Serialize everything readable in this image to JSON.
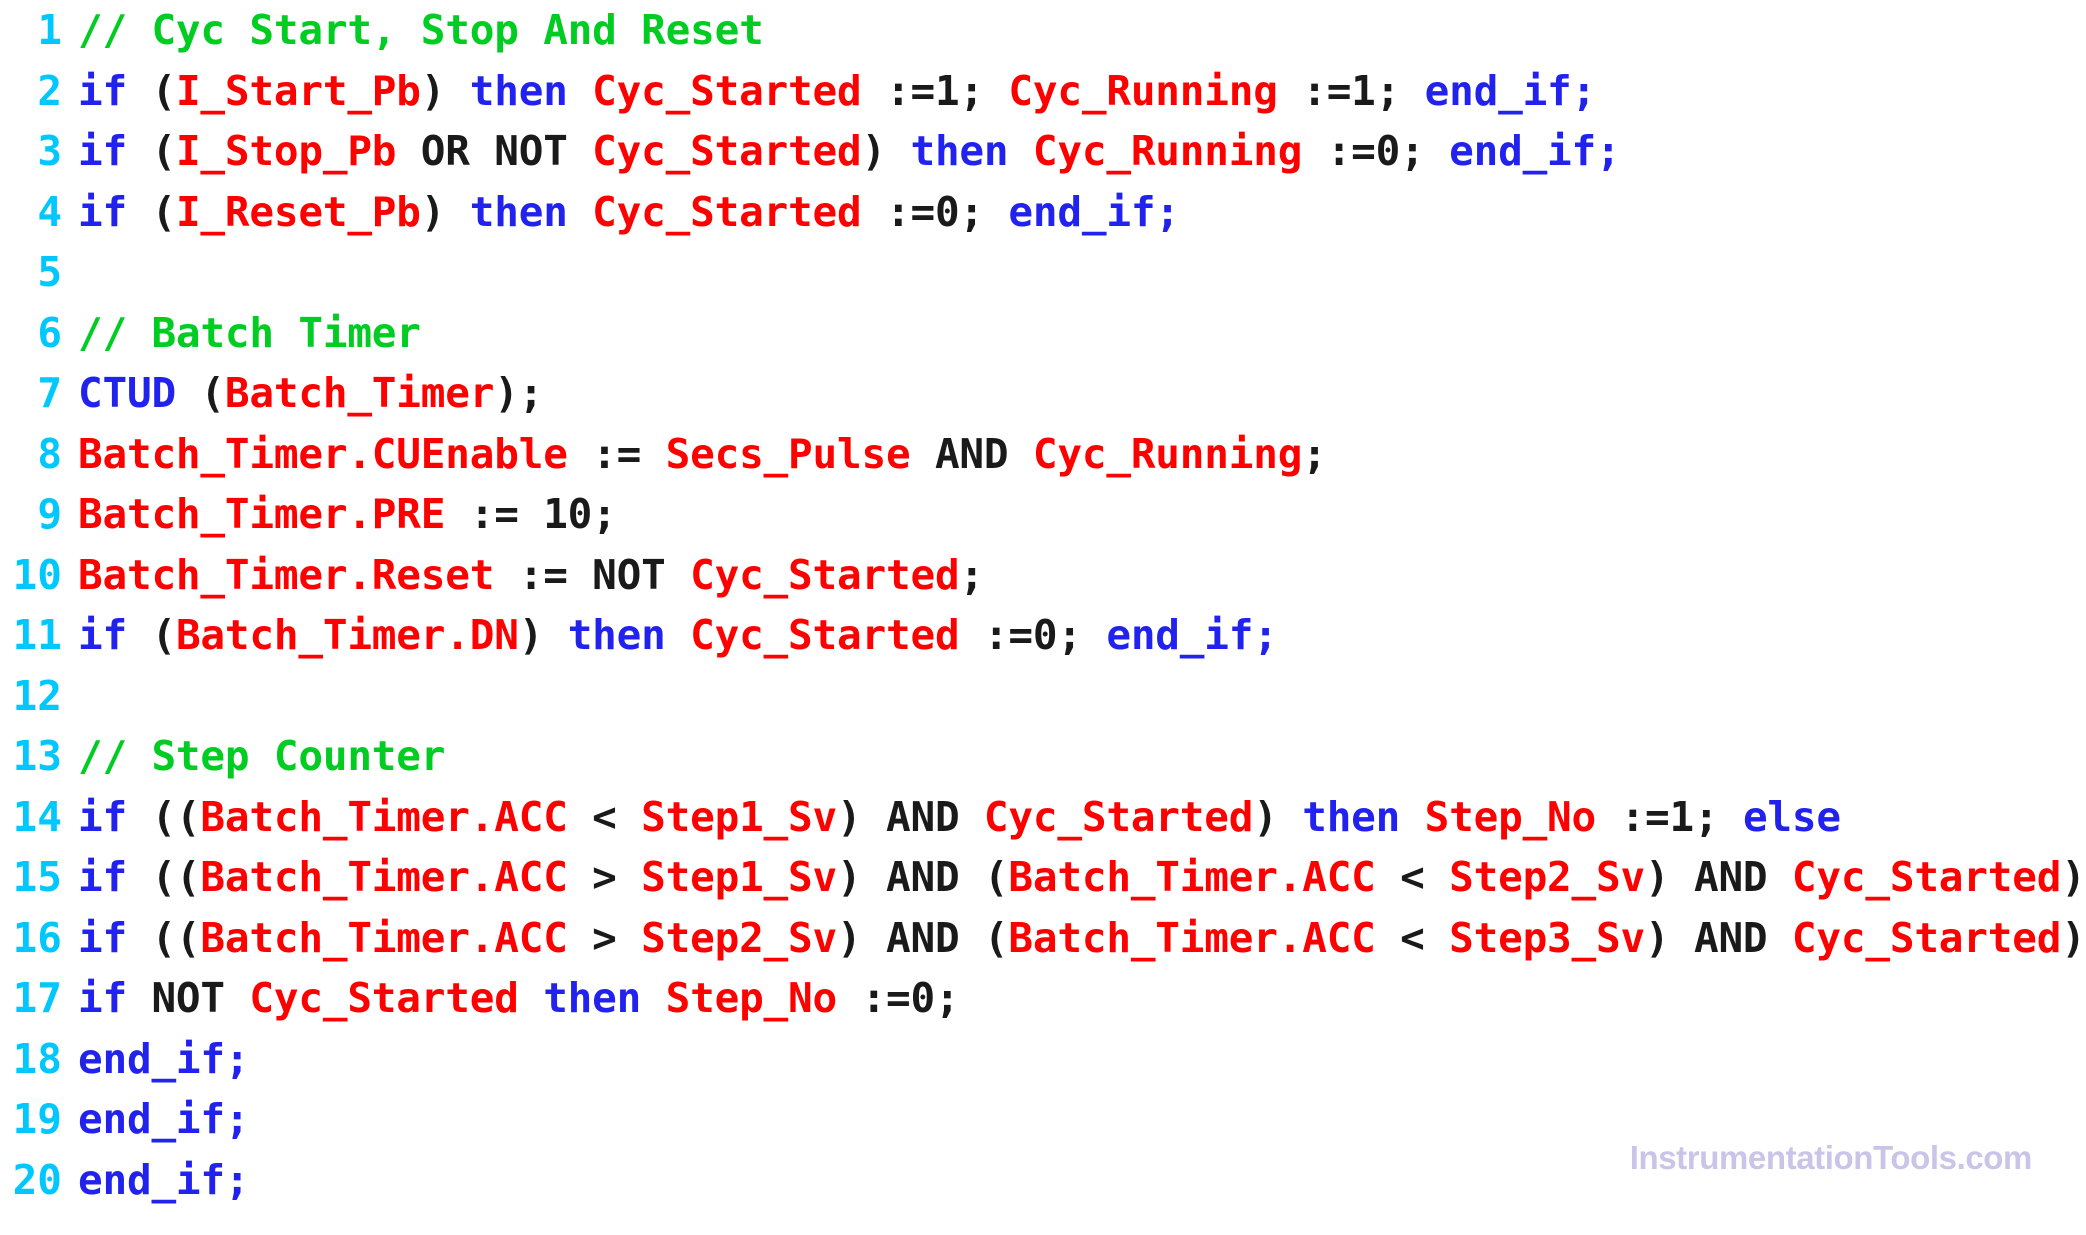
{
  "editor": {
    "language": "Structured Text",
    "background_color": "#ffffff",
    "colors": {
      "line_number": "#00c8ff",
      "comment": "#00cc22",
      "keyword": "#2222ee",
      "variable": "#ff0000",
      "operator": "#1a1a1a",
      "number": "#1a1a1a"
    },
    "first_line_number": 1,
    "last_line_number": 20,
    "total_lines": 20
  },
  "watermark": {
    "text": "InstrumentationTools.com",
    "color": "#c9c4e8"
  },
  "lines": [
    {
      "number": "1",
      "text": "// Cyc Start, Stop And Reset",
      "tokens": [
        {
          "t": "// Cyc Start, Stop And Reset",
          "c": "comment"
        }
      ]
    },
    {
      "number": "2",
      "text": "if (I_Start_Pb) then Cyc_Started :=1; Cyc_Running :=1; end_if;",
      "tokens": [
        {
          "t": "if",
          "c": "keyword"
        },
        {
          "t": " (",
          "c": "operator"
        },
        {
          "t": "I_Start_Pb",
          "c": "variable"
        },
        {
          "t": ") ",
          "c": "operator"
        },
        {
          "t": "then",
          "c": "keyword"
        },
        {
          "t": " ",
          "c": "operator"
        },
        {
          "t": "Cyc_Started",
          "c": "variable"
        },
        {
          "t": " :=1; ",
          "c": "operator"
        },
        {
          "t": "Cyc_Running",
          "c": "variable"
        },
        {
          "t": " :=1; ",
          "c": "operator"
        },
        {
          "t": "end_if;",
          "c": "keyword"
        }
      ]
    },
    {
      "number": "3",
      "text": "if (I_Stop_Pb OR NOT Cyc_Started) then Cyc_Running :=0; end_if;",
      "tokens": [
        {
          "t": "if",
          "c": "keyword"
        },
        {
          "t": " (",
          "c": "operator"
        },
        {
          "t": "I_Stop_Pb",
          "c": "variable"
        },
        {
          "t": " OR NOT ",
          "c": "operator"
        },
        {
          "t": "Cyc_Started",
          "c": "variable"
        },
        {
          "t": ") ",
          "c": "operator"
        },
        {
          "t": "then",
          "c": "keyword"
        },
        {
          "t": " ",
          "c": "operator"
        },
        {
          "t": "Cyc_Running",
          "c": "variable"
        },
        {
          "t": " :=0; ",
          "c": "operator"
        },
        {
          "t": "end_if;",
          "c": "keyword"
        }
      ]
    },
    {
      "number": "4",
      "text": "if (I_Reset_Pb) then Cyc_Started :=0; end_if;",
      "tokens": [
        {
          "t": "if",
          "c": "keyword"
        },
        {
          "t": " (",
          "c": "operator"
        },
        {
          "t": "I_Reset_Pb",
          "c": "variable"
        },
        {
          "t": ") ",
          "c": "operator"
        },
        {
          "t": "then",
          "c": "keyword"
        },
        {
          "t": " ",
          "c": "operator"
        },
        {
          "t": "Cyc_Started",
          "c": "variable"
        },
        {
          "t": " :=0; ",
          "c": "operator"
        },
        {
          "t": "end_if;",
          "c": "keyword"
        }
      ]
    },
    {
      "number": "5",
      "text": "",
      "tokens": []
    },
    {
      "number": "6",
      "text": "// Batch Timer",
      "tokens": [
        {
          "t": "// Batch Timer",
          "c": "comment"
        }
      ]
    },
    {
      "number": "7",
      "text": "CTUD (Batch_Timer);",
      "tokens": [
        {
          "t": "CTUD",
          "c": "keyword"
        },
        {
          "t": " (",
          "c": "operator"
        },
        {
          "t": "Batch_Timer",
          "c": "variable"
        },
        {
          "t": ");",
          "c": "operator"
        }
      ]
    },
    {
      "number": "8",
      "text": "Batch_Timer.CUEnable := Secs_Pulse AND Cyc_Running;",
      "tokens": [
        {
          "t": "Batch_Timer.CUEnable",
          "c": "variable"
        },
        {
          "t": " := ",
          "c": "operator"
        },
        {
          "t": "Secs_Pulse",
          "c": "variable"
        },
        {
          "t": " AND ",
          "c": "operator"
        },
        {
          "t": "Cyc_Running",
          "c": "variable"
        },
        {
          "t": ";",
          "c": "operator"
        }
      ]
    },
    {
      "number": "9",
      "text": "Batch_Timer.PRE := 10;",
      "tokens": [
        {
          "t": "Batch_Timer.PRE",
          "c": "variable"
        },
        {
          "t": " := ",
          "c": "operator"
        },
        {
          "t": "10",
          "c": "number"
        },
        {
          "t": ";",
          "c": "operator"
        }
      ]
    },
    {
      "number": "10",
      "text": "Batch_Timer.Reset := NOT Cyc_Started;",
      "tokens": [
        {
          "t": "Batch_Timer.Reset",
          "c": "variable"
        },
        {
          "t": " := NOT ",
          "c": "operator"
        },
        {
          "t": "Cyc_Started",
          "c": "variable"
        },
        {
          "t": ";",
          "c": "operator"
        }
      ]
    },
    {
      "number": "11",
      "text": "if (Batch_Timer.DN) then Cyc_Started :=0; end_if;",
      "tokens": [
        {
          "t": "if",
          "c": "keyword"
        },
        {
          "t": " (",
          "c": "operator"
        },
        {
          "t": "Batch_Timer.DN",
          "c": "variable"
        },
        {
          "t": ") ",
          "c": "operator"
        },
        {
          "t": "then",
          "c": "keyword"
        },
        {
          "t": " ",
          "c": "operator"
        },
        {
          "t": "Cyc_Started",
          "c": "variable"
        },
        {
          "t": " :=0; ",
          "c": "operator"
        },
        {
          "t": "end_if;",
          "c": "keyword"
        }
      ]
    },
    {
      "number": "12",
      "text": "",
      "tokens": []
    },
    {
      "number": "13",
      "text": "// Step Counter",
      "tokens": [
        {
          "t": "// Step Counter",
          "c": "comment"
        }
      ]
    },
    {
      "number": "14",
      "text": "if ((Batch_Timer.ACC < Step1_Sv) AND Cyc_Started) then Step_No :=1; else",
      "tokens": [
        {
          "t": "if",
          "c": "keyword"
        },
        {
          "t": " ((",
          "c": "operator"
        },
        {
          "t": "Batch_Timer.ACC",
          "c": "variable"
        },
        {
          "t": " < ",
          "c": "operator"
        },
        {
          "t": "Step1_Sv",
          "c": "variable"
        },
        {
          "t": ") AND ",
          "c": "operator"
        },
        {
          "t": "Cyc_Started",
          "c": "variable"
        },
        {
          "t": ") ",
          "c": "operator"
        },
        {
          "t": "then",
          "c": "keyword"
        },
        {
          "t": " ",
          "c": "operator"
        },
        {
          "t": "Step_No",
          "c": "variable"
        },
        {
          "t": " :=1; ",
          "c": "operator"
        },
        {
          "t": "else",
          "c": "keyword"
        }
      ]
    },
    {
      "number": "15",
      "text": "if ((Batch_Timer.ACC > Step1_Sv) AND (Batch_Timer.ACC < Step2_Sv) AND Cyc_Started)",
      "tokens": [
        {
          "t": "if",
          "c": "keyword"
        },
        {
          "t": " ((",
          "c": "operator"
        },
        {
          "t": "Batch_Timer.ACC",
          "c": "variable"
        },
        {
          "t": " > ",
          "c": "operator"
        },
        {
          "t": "Step1_Sv",
          "c": "variable"
        },
        {
          "t": ") AND (",
          "c": "operator"
        },
        {
          "t": "Batch_Timer.ACC",
          "c": "variable"
        },
        {
          "t": " < ",
          "c": "operator"
        },
        {
          "t": "Step2_Sv",
          "c": "variable"
        },
        {
          "t": ") AND ",
          "c": "operator"
        },
        {
          "t": "Cyc_Started",
          "c": "variable"
        },
        {
          "t": ")",
          "c": "operator"
        }
      ]
    },
    {
      "number": "16",
      "text": "if ((Batch_Timer.ACC > Step2_Sv) AND (Batch_Timer.ACC < Step3_Sv) AND Cyc_Started)",
      "tokens": [
        {
          "t": "if",
          "c": "keyword"
        },
        {
          "t": " ((",
          "c": "operator"
        },
        {
          "t": "Batch_Timer.ACC",
          "c": "variable"
        },
        {
          "t": " > ",
          "c": "operator"
        },
        {
          "t": "Step2_Sv",
          "c": "variable"
        },
        {
          "t": ") AND (",
          "c": "operator"
        },
        {
          "t": "Batch_Timer.ACC",
          "c": "variable"
        },
        {
          "t": " < ",
          "c": "operator"
        },
        {
          "t": "Step3_Sv",
          "c": "variable"
        },
        {
          "t": ") AND ",
          "c": "operator"
        },
        {
          "t": "Cyc_Started",
          "c": "variable"
        },
        {
          "t": ")",
          "c": "operator"
        }
      ]
    },
    {
      "number": "17",
      "text": "if NOT Cyc_Started then Step_No :=0;",
      "tokens": [
        {
          "t": "if",
          "c": "keyword"
        },
        {
          "t": " NOT ",
          "c": "operator"
        },
        {
          "t": "Cyc_Started",
          "c": "variable"
        },
        {
          "t": " ",
          "c": "operator"
        },
        {
          "t": "then",
          "c": "keyword"
        },
        {
          "t": " ",
          "c": "operator"
        },
        {
          "t": "Step_No",
          "c": "variable"
        },
        {
          "t": " :=0;",
          "c": "operator"
        }
      ]
    },
    {
      "number": "18",
      "text": "end_if;",
      "tokens": [
        {
          "t": "end_if;",
          "c": "keyword"
        }
      ]
    },
    {
      "number": "19",
      "text": "end_if;",
      "tokens": [
        {
          "t": "end_if;",
          "c": "keyword"
        }
      ]
    },
    {
      "number": "20",
      "text": "end_if;",
      "tokens": [
        {
          "t": "end_if;",
          "c": "keyword"
        }
      ]
    }
  ]
}
